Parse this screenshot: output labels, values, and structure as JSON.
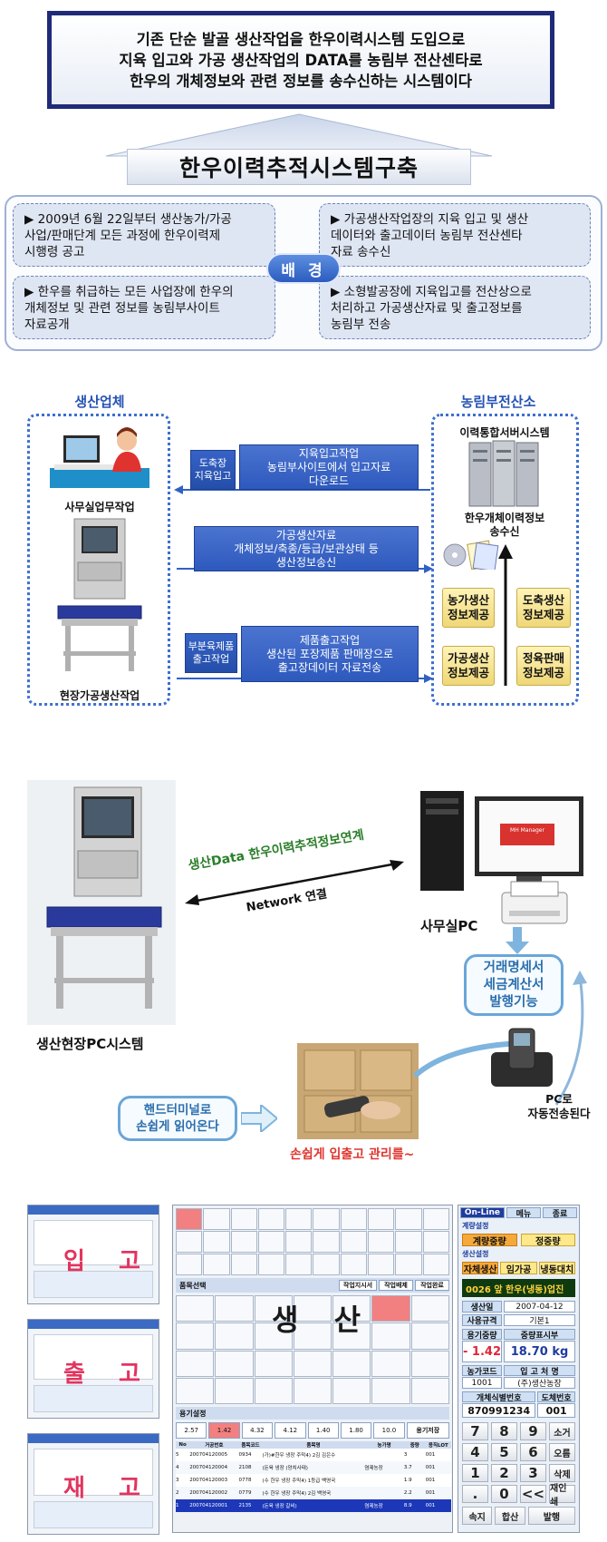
{
  "intro": {
    "lines": [
      "기존 단순 발골 생산작업을 한우이력시스템 도입으로",
      "지육 입고와 가공 생산작업의 DATA를 농림부 전산센타로",
      "한우의 개체정보와 관련 정보를 송수신하는 시스템이다"
    ]
  },
  "system_title": "한우이력추적시스템구축",
  "background": {
    "badge": "배 경",
    "items": [
      [
        "▶ 2009년 6월 22일부터 생산농가/가공",
        "사업/판매단계 모든 과정에 한우이력제",
        "시행령 공고"
      ],
      [
        "▶ 가공생산작업장의 지육 입고 및 생산",
        "데이터와 출고데이터 농림부 전산센타",
        "자료 송수신"
      ],
      [
        "▶ 한우를 취급하는 모든 사업장에 한우의",
        "개체정보 및 관련 정보를 농림부사이트",
        "자료공개"
      ],
      [
        "▶ 소형발공장에 지육입고를 전산상으로",
        "처리하고 가공생산자료 및 출고정보를",
        "농림부 전송"
      ]
    ]
  },
  "flow": {
    "left_title": "생산업체",
    "right_title": "농림부전산소",
    "office_caption": "사무실업무작업",
    "field_caption": "현장가공생산작업",
    "server_caption": "이력통합서버시스템",
    "exchange_caption": [
      "한우개체이력정보",
      "송수신"
    ],
    "tag1": [
      "도축장",
      "지육입고"
    ],
    "tag2": [
      "부분육제품",
      "출고작업"
    ],
    "box1": [
      "지육입고작업",
      "농림부사이트에서 입고자료",
      "다운로드"
    ],
    "box2": [
      "가공생산자료",
      "개체정보/축종/등급/보관상태 등",
      "생산정보송신"
    ],
    "box3": [
      "제품출고작업",
      "생산된 포장제품 판매장으로",
      "출고장데이터 자료전송"
    ],
    "folders": [
      [
        "농가생산",
        "정보제공"
      ],
      [
        "도축생산",
        "정보제공"
      ],
      [
        "가공생산",
        "정보제공"
      ],
      [
        "정육판매",
        "정보제공"
      ]
    ]
  },
  "network": {
    "link_top": "생산Data 한우이력추적정보연계",
    "link_bottom": "Network 연결",
    "office_pc": "사무실PC",
    "field_pc": "생산현장PC시스템",
    "invoice": [
      "거래명세서",
      "세금계산서",
      "발행기능"
    ],
    "handheld": [
      "핸드터미널로",
      "손쉽게 읽어온다"
    ],
    "auto_send": [
      "PC로",
      "자동전송된다"
    ],
    "slogan": "손쉽게 입출고 관리를~",
    "monitor_logo": "MH Manager"
  },
  "screens": {
    "labels": [
      "입 고",
      "출 고",
      "재 고"
    ],
    "main_label": "생 산",
    "list_header": "품목선택",
    "list_buttons": [
      "작업지시서",
      "작업배제",
      "작업완료"
    ],
    "weight_header": "용기설정",
    "weights": [
      "2.57",
      "1.42",
      "4.32",
      "4.12",
      "1.40",
      "1.80",
      "10.0"
    ],
    "weight_save": "용기저장",
    "table_columns": [
      "No",
      "거공번호",
      "품목코드",
      "품목명",
      "농가명",
      "중량",
      "용직LOT"
    ],
    "table_rows": [
      [
        "5",
        "200704120005",
        "0934",
        "(가)#한우 냉장 주막4) 2김 김은수",
        "",
        "3",
        "001"
      ],
      [
        "4",
        "200704120004",
        "2108",
        "(돈육 냉장 (양치사태)",
        "염제농장",
        "3.7",
        "001"
      ],
      [
        "3",
        "200704120003",
        "0778",
        "(수 한우 냉장 주막4) 1등급 백영국",
        "",
        "1.9",
        "001"
      ],
      [
        "2",
        "200704120002",
        "0779",
        "(수 한우 냉장 주막4) 2김 백영국",
        "",
        "2.2",
        "001"
      ],
      [
        "1",
        "200704120001",
        "2135",
        "(돈육 냉장 갈비)",
        "염제농장",
        "8.9",
        "001"
      ]
    ],
    "panel": {
      "status": "On-Line",
      "menu": "메뉴",
      "exit": "종료",
      "sec1": "계량설정",
      "btn_weigh": "계량중량",
      "btn_fix": "정중량",
      "sec2": "생산설정",
      "btn_own": "자체생산",
      "btn_consign": "임가공",
      "btn_cold": "냉동대치",
      "product": "0026  앞 한우(냉동)업진",
      "date_label": "생산일",
      "date_value": "2007-04-12",
      "user_label": "사용규격",
      "user_value": "기본1",
      "tare_label": "용기중량",
      "net_label": "중량표시부",
      "tare_value": "- 1.42",
      "net_value": "18.70 kg",
      "farm_code_label": "농가코드",
      "farm_name_label": "입 고 처 명",
      "farm_code": "1001",
      "farm_name": "(주)생산농장",
      "id_label": "개체식별번호",
      "slaughter_label": "도체번호",
      "id_value": "870991234",
      "slaughter_value": "001",
      "keys": [
        "7",
        "8",
        "9",
        "소거",
        "4",
        "5",
        "6",
        "오름",
        "1",
        "2",
        "3",
        "삭제",
        ".",
        "0",
        "<<",
        "재인쇄"
      ],
      "bottom": [
        "속지",
        "합산",
        "발행"
      ]
    }
  }
}
